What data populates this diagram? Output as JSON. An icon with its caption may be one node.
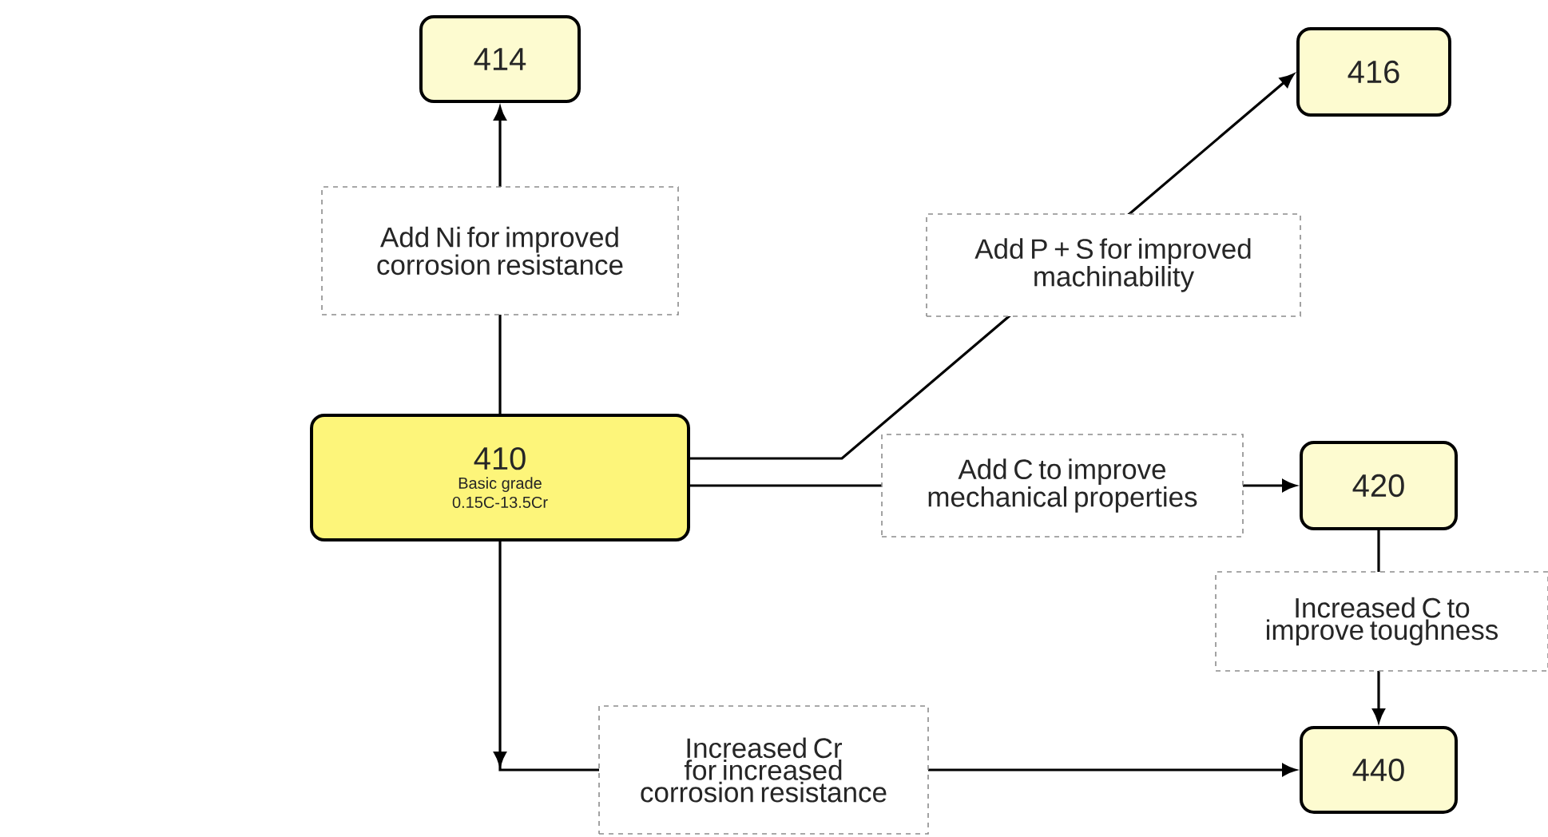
{
  "diagram": {
    "nodes": [
      {
        "text": [
          "410",
          "Basic grade",
          "0.15C-13.5Cr"
        ]
      },
      {
        "text": [
          "414"
        ]
      },
      {
        "text": [
          "416"
        ]
      },
      {
        "text": [
          "420"
        ]
      },
      {
        "text": [
          "440"
        ]
      }
    ],
    "edges": [
      {
        "from": 0,
        "to": 1,
        "arrow": "to",
        "label": "Add Ni for improved corrosion resistance"
      },
      {
        "from": 0,
        "to": 2,
        "arrow": "to",
        "label": "Add P + S for improved machinability"
      },
      {
        "from": 0,
        "to": 3,
        "arrow": "to",
        "label": "Add C to improve mechanical properties"
      },
      {
        "from": 3,
        "to": 4,
        "arrow": "to",
        "label": "Increased C to improve toughness"
      },
      {
        "from": 0,
        "to": 4,
        "arrow": "to",
        "label": "Increased Cr for increased corrosion resistance"
      }
    ]
  }
}
